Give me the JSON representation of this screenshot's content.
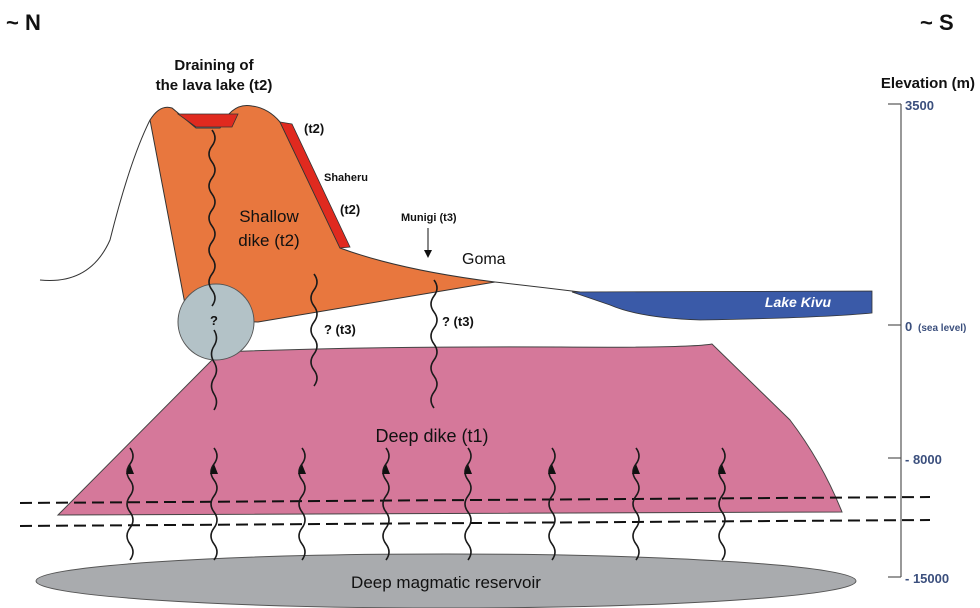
{
  "orientation": {
    "north": "~ N",
    "south": "~ S"
  },
  "labels": {
    "draining_line1": "Draining of",
    "draining_line2": "the lava lake (t2)",
    "t2_upper": "(t2)",
    "shaheru": "Shaheru",
    "t2_mid": "(t2)",
    "shallow_line1": "Shallow",
    "shallow_line2": "dike (t2)",
    "munigi": "Munigi (t3)",
    "goma": "Goma",
    "lake_kivu": "Lake Kivu",
    "question": "?",
    "q_t3_left": "? (t3)",
    "q_t3_right": "? (t3)",
    "deep_dike": "Deep dike (t1)",
    "reservoir": "Deep magmatic reservoir"
  },
  "elevation_axis": {
    "title": "Elevation (m)",
    "ticks": [
      {
        "value": "3500",
        "suffix": ""
      },
      {
        "value": "0",
        "suffix": "(sea level)"
      },
      {
        "value": "- 8000",
        "suffix": ""
      },
      {
        "value": "- 15000",
        "suffix": ""
      }
    ]
  },
  "colors": {
    "shallow_dike": "#e8773e",
    "lava": "#e02a1f",
    "deep_dike": "#d5789a",
    "lake": "#3a5aa8",
    "reservoir": "#a9abae",
    "question_zone": "#b3c2c7",
    "axis_text": "#3b4f7d"
  }
}
